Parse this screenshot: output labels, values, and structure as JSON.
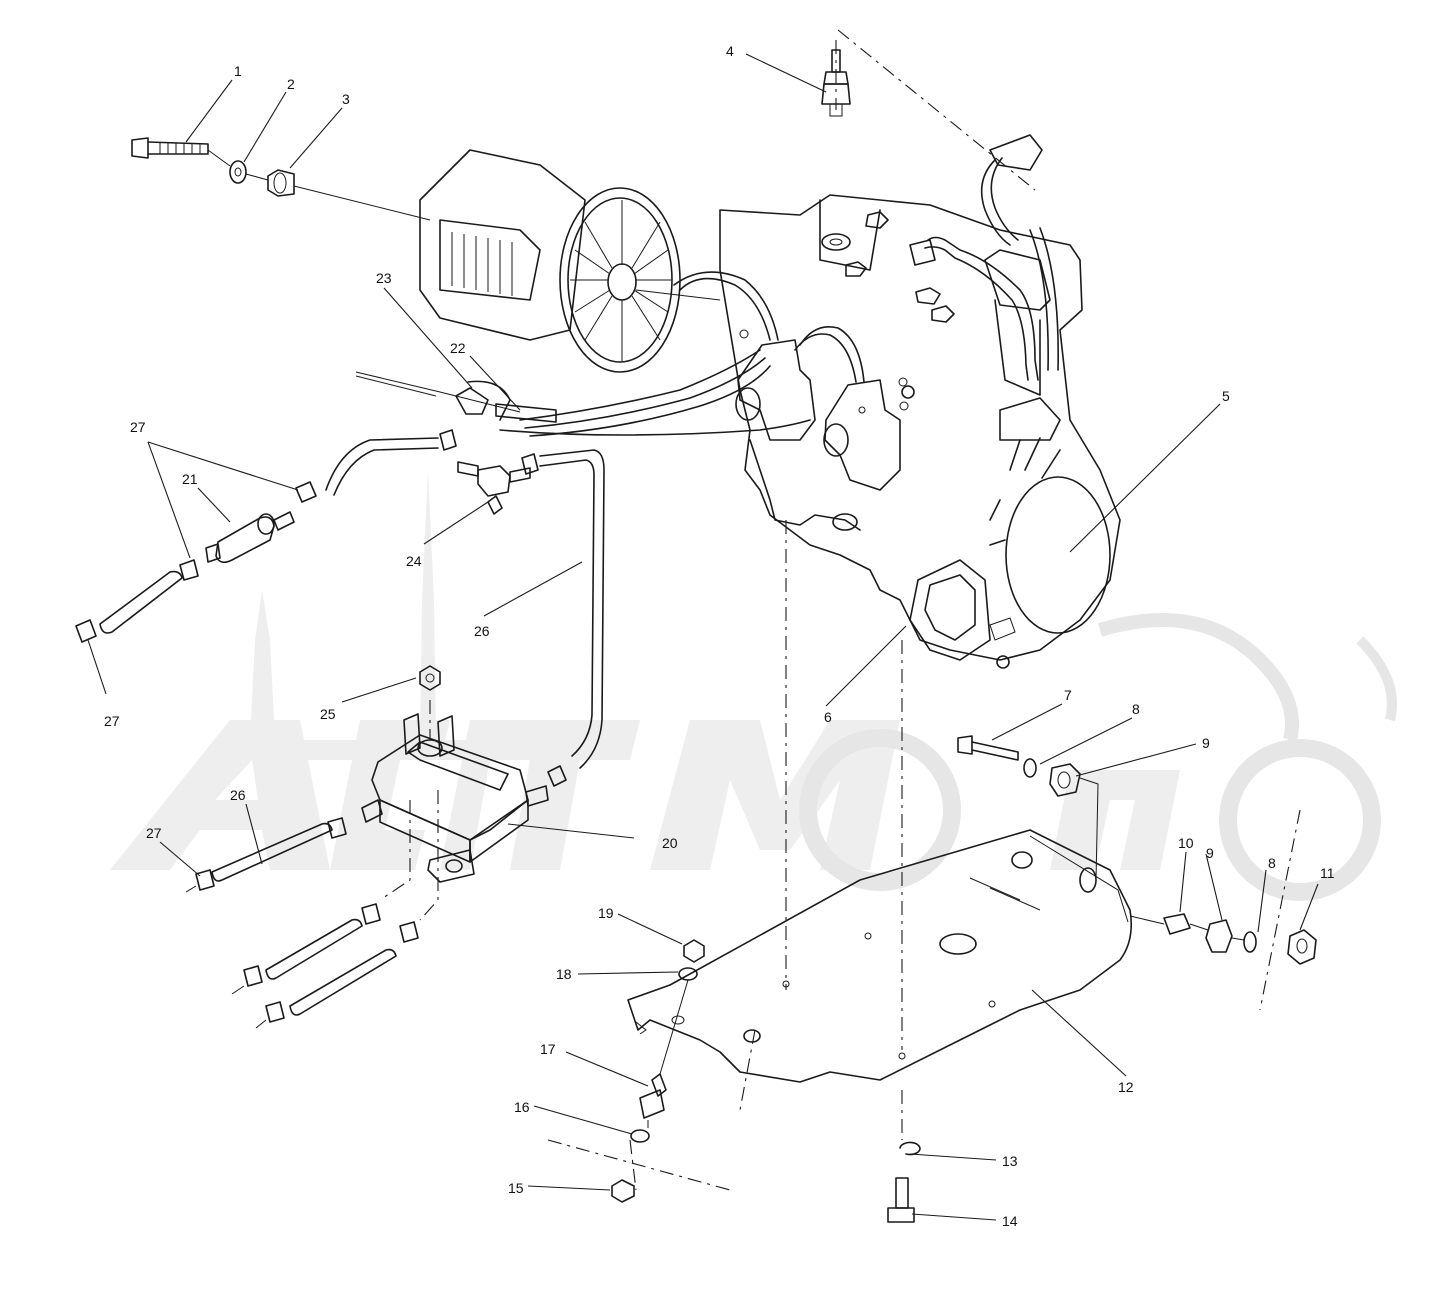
{
  "callouts": {
    "c1": "1",
    "c2": "2",
    "c3": "3",
    "c4": "4",
    "c5": "5",
    "c6": "6",
    "c7": "7",
    "c8a": "8",
    "c8b": "8",
    "c9a": "9",
    "c9b": "9",
    "c10": "10",
    "c11": "11",
    "c12": "12",
    "c13": "13",
    "c14": "14",
    "c15": "15",
    "c16": "16",
    "c17": "17",
    "c18": "18",
    "c19": "19",
    "c20": "20",
    "c21": "21",
    "c22": "22",
    "c23": "23",
    "c24": "24",
    "c25": "25",
    "c26a": "26",
    "c26b": "26",
    "c27a": "27",
    "c27b": "27",
    "c27c": "27"
  },
  "watermark": {
    "text": "ActiMoto",
    "color": "#e8e8e8"
  },
  "colors": {
    "line": "#1a1a1a",
    "background": "#ffffff"
  }
}
